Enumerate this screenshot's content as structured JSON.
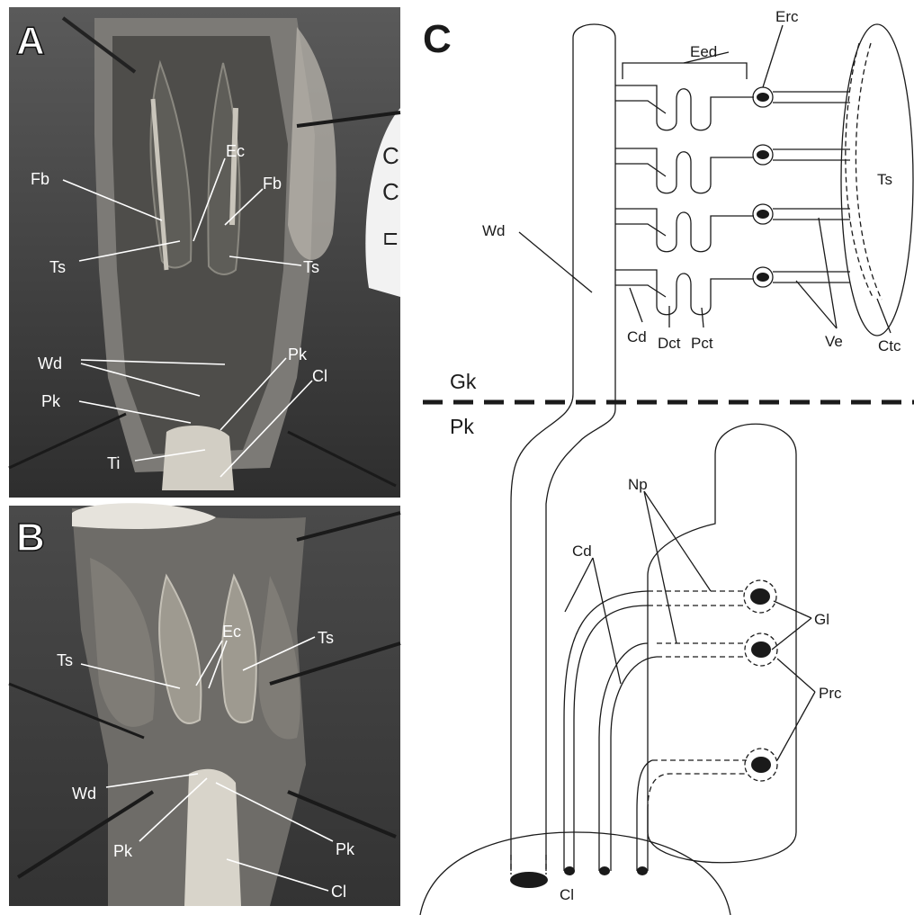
{
  "panels": {
    "a": {
      "letter": "A",
      "labels": {
        "fb_left": "Fb",
        "ec": "Ec",
        "fb_right": "Fb",
        "ts_left": "Ts",
        "ts_right": "Ts",
        "wd": "Wd",
        "pk_right": "Pk",
        "cl": "Cl",
        "pk_left": "Pk",
        "ti": "Ti"
      }
    },
    "b": {
      "letter": "B",
      "labels": {
        "ec": "Ec",
        "ts_left": "Ts",
        "ts_right": "Ts",
        "wd": "Wd",
        "pk_left": "Pk",
        "pk_right": "Pk",
        "cl": "Cl"
      }
    },
    "c": {
      "letter": "C",
      "labels": {
        "eed": "Eed",
        "erc": "Erc",
        "ts": "Ts",
        "wd": "Wd",
        "cd_top": "Cd",
        "dct": "Dct",
        "pct": "Pct",
        "ve": "Ve",
        "ctc": "Ctc",
        "gk": "Gk",
        "pk": "Pk",
        "np": "Np",
        "cd_bottom": "Cd",
        "gl": "Gl",
        "prc": "Prc",
        "cl": "Cl"
      }
    }
  },
  "colors": {
    "photo_background": "#3b3b3b",
    "tissue": "#b8b4ac",
    "diagram_ink": "#1a1a1a",
    "label_white": "#ffffff"
  }
}
